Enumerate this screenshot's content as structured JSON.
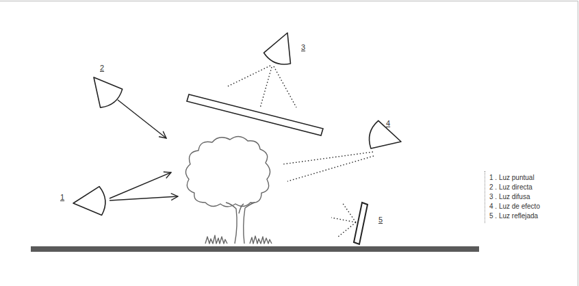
{
  "diagram": {
    "labels": [
      "1",
      "2",
      "3",
      "4",
      "5"
    ],
    "legend": [
      {
        "text": "1 . Luz puntual"
      },
      {
        "text": "2 . Luz directa"
      },
      {
        "text": "3 . Luz difusa"
      },
      {
        "text": "4 . Luz de efecto"
      },
      {
        "text": "5 . Luz reflejada"
      }
    ]
  }
}
